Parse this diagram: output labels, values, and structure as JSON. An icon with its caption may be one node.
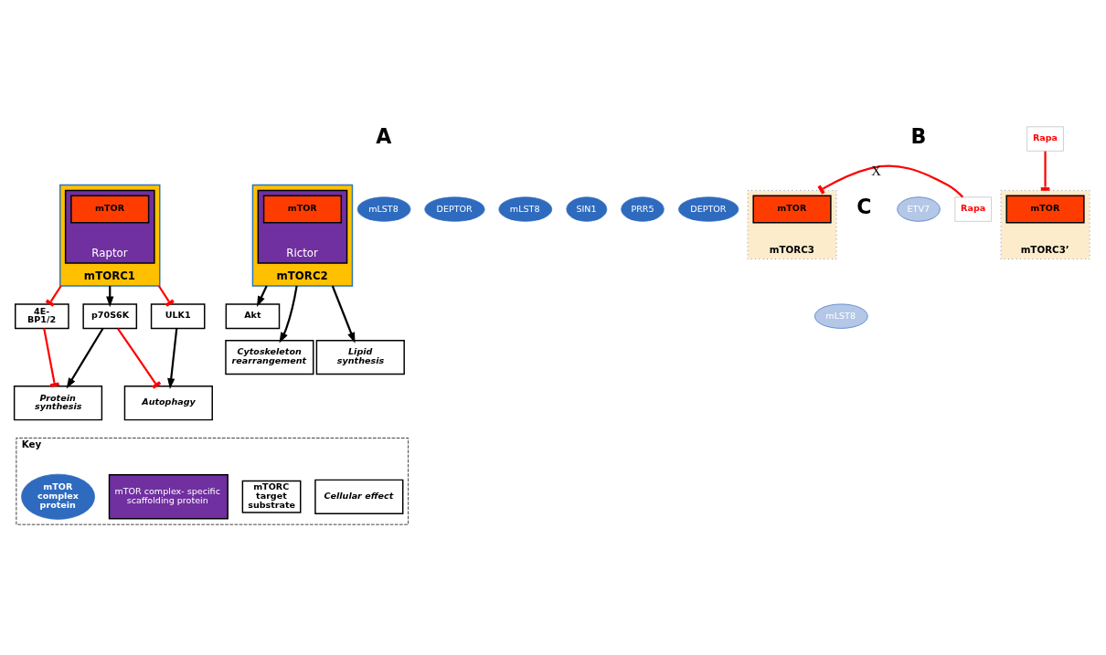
{
  "diagram": {
    "nodes": [
      {
        "text": [
          "mTORC1"
        ]
      },
      {
        "text": [
          "Raptor"
        ],
        "in": 0
      },
      {
        "text": [
          "mTOR"
        ],
        "in": 1
      },
      {
        "text": [
          "mLST8"
        ]
      },
      {
        "text": [
          "DEPTOR"
        ]
      },
      {
        "text": [
          "4E- BP1/2"
        ]
      },
      {
        "text": [
          "p70S6K"
        ]
      },
      {
        "text": [
          "ULK1"
        ]
      },
      {
        "text": [
          "Protein synthesis"
        ]
      },
      {
        "text": [
          "Autophagy"
        ]
      },
      {
        "text": [
          "mTORC2"
        ]
      },
      {
        "text": [
          "Rictor"
        ],
        "in": 10
      },
      {
        "text": [
          "mTOR"
        ],
        "in": 11
      },
      {
        "text": [
          "mLST8"
        ]
      },
      {
        "text": [
          "SIN1"
        ]
      },
      {
        "text": [
          "PRR5"
        ]
      },
      {
        "text": [
          "DEPTOR"
        ]
      },
      {
        "text": [
          "Akt"
        ]
      },
      {
        "text": [
          "Cytoskeleton rearrangement"
        ]
      },
      {
        "text": [
          "Lipid synthesis"
        ]
      },
      {
        "text": [
          "mTORC3"
        ]
      },
      {
        "text": [
          "mTOR"
        ],
        "in": 20
      },
      {
        "text": [
          "ETV7"
        ]
      },
      {
        "text": [
          "Rapa"
        ]
      },
      {
        "text": [
          "mTORC3’"
        ]
      },
      {
        "text": [
          "mTOR"
        ],
        "in": 24
      },
      {
        "text": [
          "mLST8"
        ]
      },
      {
        "text": [
          "Rapa"
        ]
      },
      {
        "text": [
          "Key"
        ]
      },
      {
        "text": [
          "mTOR complex protein"
        ],
        "in": 28
      },
      {
        "text": [
          "mTOR complex- specific scaffolding protein"
        ],
        "in": 28
      },
      {
        "text": [
          "mTORC target substrate"
        ],
        "in": 28
      },
      {
        "text": [
          "Cellular effect"
        ],
        "in": 28
      }
    ],
    "edges": [
      {
        "from": 0,
        "to": 5,
        "arrow": "other",
        "color": "#ff0000"
      },
      {
        "from": 0,
        "to": 6,
        "arrow": "to",
        "color": "#000000"
      },
      {
        "from": 0,
        "to": 7,
        "arrow": "other",
        "color": "#ff0000"
      },
      {
        "from": 5,
        "to": 8,
        "arrow": "other",
        "color": "#ff0000"
      },
      {
        "from": 6,
        "to": 8,
        "arrow": "to",
        "color": "#000000"
      },
      {
        "from": 6,
        "to": 9,
        "arrow": "other",
        "color": "#ff0000"
      },
      {
        "from": 7,
        "to": 9,
        "arrow": "to",
        "color": "#000000"
      },
      {
        "from": 10,
        "to": 17,
        "arrow": "to",
        "color": "#000000"
      },
      {
        "from": 10,
        "to": 18,
        "arrow": "to",
        "color": "#000000"
      },
      {
        "from": 10,
        "to": 19,
        "arrow": "to",
        "color": "#000000"
      },
      {
        "from": 23,
        "to": 20,
        "arrow": "other",
        "color": "#ff0000",
        "label": "X"
      },
      {
        "from": 27,
        "to": 24,
        "arrow": "other",
        "color": "#ff0000"
      }
    ],
    "labels": [
      "A",
      "B",
      "C"
    ]
  }
}
